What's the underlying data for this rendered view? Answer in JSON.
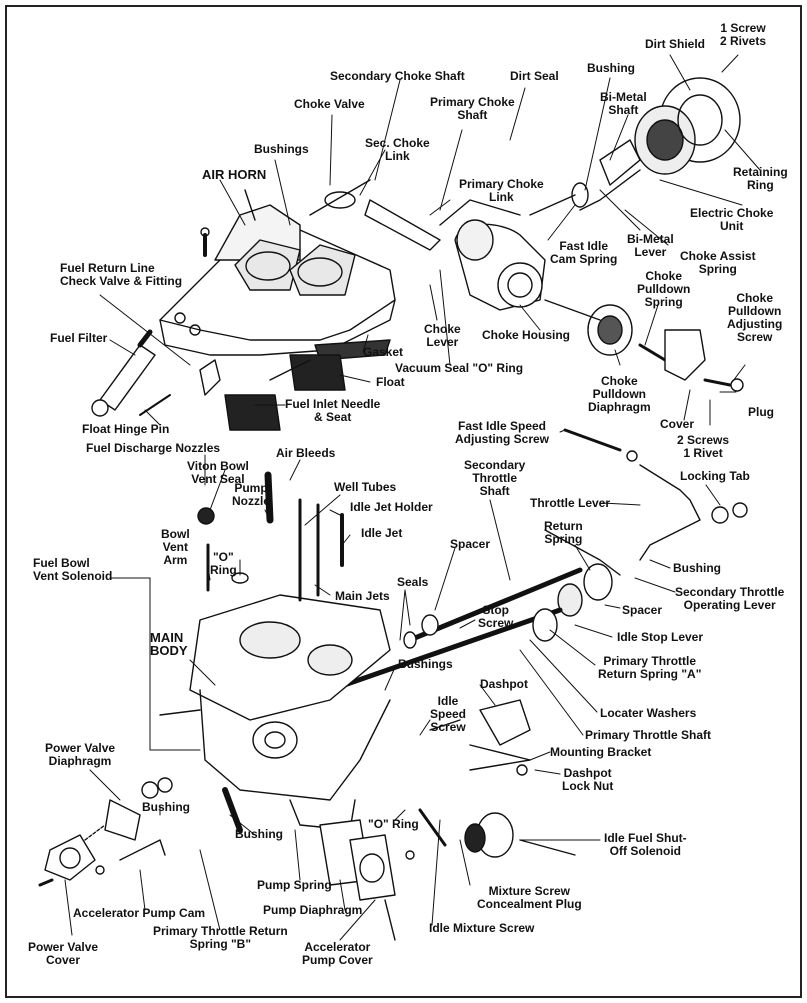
{
  "labels": {
    "screw_rivets": "1 Screw\n2 Rivets",
    "dirt_shield": "Dirt Shield",
    "bushing_top": "Bushing",
    "bimetal_shaft": "Bi-Metal\nShaft",
    "retaining_ring": "Retaining\nRing",
    "electric_choke_unit": "Electric Choke\nUnit",
    "choke_assist_spring": "Choke Assist\nSpring",
    "bimetal_lever": "Bi-Metal\nLever",
    "fast_idle_cam_spring": "Fast Idle\nCam Spring",
    "secondary_choke_shaft": "Secondary Choke Shaft",
    "dirt_seal": "Dirt Seal",
    "primary_choke_shaft": "Primary Choke\nShaft",
    "choke_valve": "Choke Valve",
    "sec_choke_link": "Sec. Choke\nLink",
    "primary_choke_link": "Primary Choke\nLink",
    "bushings_top": "Bushings",
    "air_horn": "AIR HORN",
    "fuel_return_line": "Fuel Return Line\nCheck Valve & Fitting",
    "fuel_filter": "Fuel Filter",
    "gasket": "Gasket",
    "choke_lever": "Choke\nLever",
    "choke_housing": "Choke Housing",
    "vacuum_seal": "Vacuum Seal \"O\" Ring",
    "choke_pulldown_spring": "Choke\nPulldown\nSpring",
    "choke_pulldown_adjusting_screw": "Choke\nPulldown\nAdjusting\nScrew",
    "float": "Float",
    "fuel_inlet_needle": "Fuel Inlet Needle\n& Seat",
    "choke_pulldown_diaphragm": "Choke\nPulldown\nDiaphragm",
    "float_hinge_pin": "Float Hinge Pin",
    "cover": "Cover",
    "plug": "Plug",
    "two_screws_rivet": "2 Screws\n1 Rivet",
    "fast_idle_speed_screw": "Fast Idle Speed\nAdjusting Screw",
    "fuel_discharge_nozzles": "Fuel Discharge Nozzles",
    "air_bleeds": "Air Bleeds",
    "secondary_throttle_shaft": "Secondary\nThrottle\nShaft",
    "viton_bowl_vent_seal": "Viton Bowl\nVent Seal",
    "well_tubes": "Well Tubes",
    "pump_nozzle": "Pump\nNozzle",
    "idle_jet_holder": "Idle Jet Holder",
    "locking_tab": "Locking Tab",
    "throttle_lever": "Throttle Lever",
    "bowl_vent_arm": "Bowl\nVent\nArm",
    "idle_jet": "Idle Jet",
    "o_ring_left": "\"O\"\nRing",
    "spacer_top": "Spacer",
    "return_spring": "Return\nSpring",
    "bushing_right": "Bushing",
    "fuel_bowl_vent_solenoid": "Fuel Bowl\nVent Solenoid",
    "secondary_throttle_operating_lever": "Secondary Throttle\nOperating Lever",
    "main_jets": "Main Jets",
    "seals": "Seals",
    "spacer_right": "Spacer",
    "stop_screw": "Stop\nScrew",
    "idle_stop_lever": "Idle Stop Lever",
    "main_body": "MAIN\nBODY",
    "primary_throttle_return_spring_a": "Primary Throttle\nReturn Spring \"A\"",
    "bushings_mid": "Bushings",
    "dashpot": "Dashpot",
    "locater_washers": "Locater Washers",
    "idle_speed_screw": "Idle\nSpeed\nScrew",
    "primary_throttle_shaft": "Primary Throttle Shaft",
    "power_valve_diaphragm": "Power Valve\nDiaphragm",
    "mounting_bracket": "Mounting Bracket",
    "dashpot_lock_nut": "Dashpot\nLock Nut",
    "bushing_left": "Bushing",
    "o_ring_bottom": "\"O\" Ring",
    "bushing_bottom": "Bushing",
    "idle_fuel_shutoff": "Idle Fuel Shut-\nOff Solenoid",
    "pump_spring": "Pump Spring",
    "mixture_screw_plug": "Mixture Screw\nConcealment Plug",
    "accelerator_pump_cam": "Accelerator Pump Cam",
    "pump_diaphragm": "Pump Diaphragm",
    "primary_throttle_return_b": "Primary Throttle Return\nSpring \"B\"",
    "idle_mixture_screw": "Idle Mixture Screw",
    "power_valve_cover": "Power Valve\nCover",
    "accelerator_pump_cover": "Accelerator\nPump Cover"
  }
}
